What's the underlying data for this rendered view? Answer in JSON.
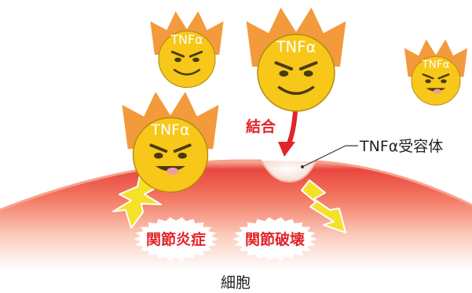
{
  "characters": [
    {
      "label": "TNFα",
      "icon": "tnf-alpha-face-icon",
      "expression": "grin"
    },
    {
      "label": "TNFα",
      "icon": "tnf-alpha-face-icon",
      "expression": "grin"
    },
    {
      "label": "TNFα",
      "icon": "tnf-alpha-face-icon",
      "expression": "tongue-out"
    },
    {
      "label": "TNFα",
      "icon": "tnf-alpha-face-icon",
      "expression": "tongue-out"
    }
  ],
  "binding_label": "結合",
  "receptor_label": "TNFα受容体",
  "effects": [
    "関節炎症",
    "関節破壊"
  ],
  "cell_label": "細胞",
  "colors": {
    "crown": "#f39a3c",
    "face": "#f7c719",
    "cell_edge": "#e84a45",
    "arrow": "#e2242a",
    "lightning": "#f5e12a",
    "effect_text": "#e2242a"
  }
}
